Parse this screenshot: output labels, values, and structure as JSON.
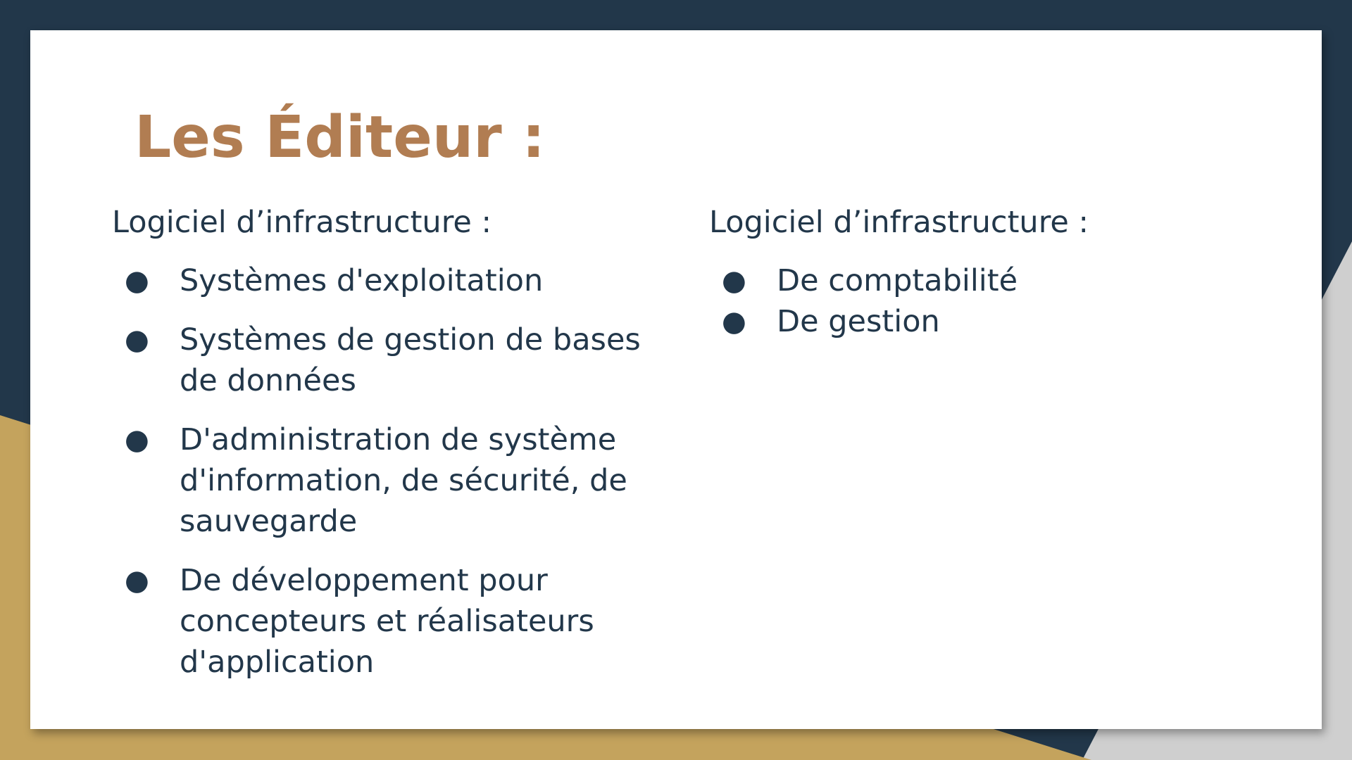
{
  "slide": {
    "title": "Les Éditeur :",
    "columns": [
      {
        "heading": "Logiciel d’infrastructure :",
        "items": [
          "Systèmes d'exploitation",
          "Systèmes de gestion de bases de données",
          "D'administration de système d'information, de sécurité, de sauvegarde",
          "De développement pour concepteurs et réalisateurs d'application"
        ]
      },
      {
        "heading": "Logiciel d’infrastructure :",
        "items": [
          "De comptabilité",
          "De gestion"
        ]
      }
    ],
    "bullet_glyph": "●"
  },
  "colors": {
    "background_dark": "#22374a",
    "accent_gold": "#c4a35d",
    "title_brown": "#b17d52",
    "text": "#22374a",
    "card": "#ffffff"
  }
}
